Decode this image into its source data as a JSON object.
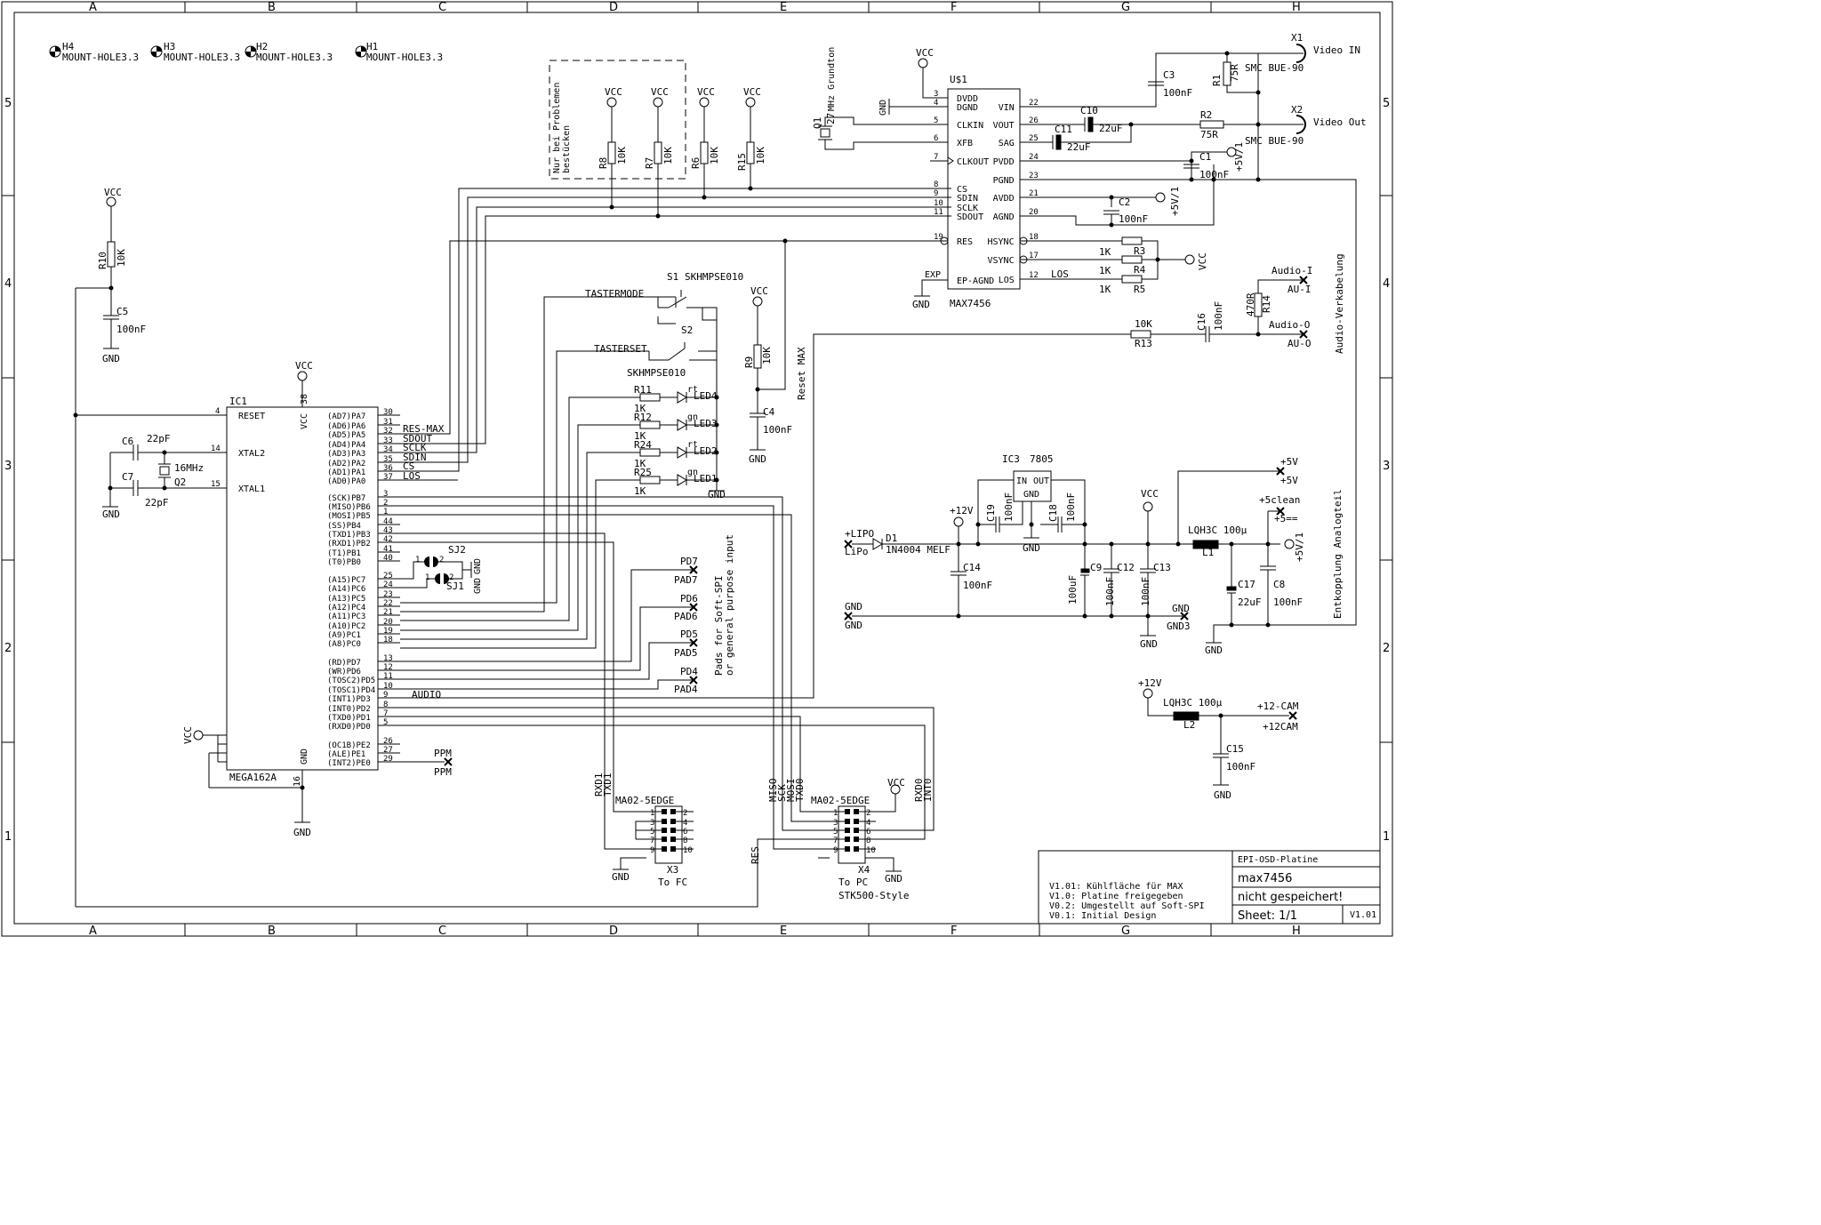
{
  "frame": {
    "columns": [
      "A",
      "B",
      "C",
      "D",
      "E",
      "F",
      "G",
      "H"
    ],
    "rows": [
      "5",
      "4",
      "3",
      "2",
      "1"
    ]
  },
  "mount_holes": [
    {
      "ref": "H4",
      "value": "MOUNT-HOLE3.3"
    },
    {
      "ref": "H3",
      "value": "MOUNT-HOLE3.3"
    },
    {
      "ref": "H2",
      "value": "MOUNT-HOLE3.3"
    },
    {
      "ref": "H1",
      "value": "MOUNT-HOLE3.3"
    }
  ],
  "dashed_box_note": [
    "Nur bei Problemen",
    "bestücken"
  ],
  "pullups": [
    {
      "ref": "R8",
      "value": "10K",
      "net": "VCC"
    },
    {
      "ref": "R7",
      "value": "10K",
      "net": "VCC"
    },
    {
      "ref": "R6",
      "value": "10K",
      "net": "VCC"
    },
    {
      "ref": "R15",
      "value": "10K",
      "net": "VCC"
    }
  ],
  "reset_circuit": {
    "net": "VCC",
    "r_ref": "R10",
    "r_value": "10K",
    "c_ref": "C5",
    "c_value": "100nF",
    "gnd": "GND"
  },
  "ic1": {
    "ref": "IC1",
    "value": "MEGA162A",
    "vcc_pin": "38",
    "vcc_label": "VCC",
    "gnd_pin": "16",
    "gnd_label": "GND",
    "left_pins": [
      {
        "num": "4",
        "name": "RESET"
      },
      {
        "num": "14",
        "name": "XTAL2"
      },
      {
        "num": "15",
        "name": "XTAL1"
      }
    ],
    "right_pins": [
      {
        "num": "30",
        "name": "(AD7)PA7"
      },
      {
        "num": "31",
        "name": "(AD6)PA6"
      },
      {
        "num": "32",
        "name": "(AD5)PA5",
        "net": "RES-MAX"
      },
      {
        "num": "33",
        "name": "(AD4)PA4",
        "net": "SDOUT"
      },
      {
        "num": "34",
        "name": "(AD3)PA3",
        "net": "SCLK"
      },
      {
        "num": "35",
        "name": "(AD2)PA2",
        "net": "SDIN"
      },
      {
        "num": "36",
        "name": "(AD1)PA1",
        "net": "CS"
      },
      {
        "num": "37",
        "name": "(AD0)PA0",
        "net": "LOS"
      },
      {
        "num": "3",
        "name": "(SCK)PB7"
      },
      {
        "num": "2",
        "name": "(MISO)PB6"
      },
      {
        "num": "1",
        "name": "(MOSI)PB5"
      },
      {
        "num": "44",
        "name": "(SS)PB4"
      },
      {
        "num": "43",
        "name": "(TXD1)PB3"
      },
      {
        "num": "42",
        "name": "(RXD1)PB2"
      },
      {
        "num": "41",
        "name": "(T1)PB1"
      },
      {
        "num": "40",
        "name": "(T0)PB0"
      },
      {
        "num": "25",
        "name": "(A15)PC7"
      },
      {
        "num": "24",
        "name": "(A14)PC6"
      },
      {
        "num": "23",
        "name": "(A13)PC5"
      },
      {
        "num": "22",
        "name": "(A12)PC4"
      },
      {
        "num": "21",
        "name": "(A11)PC3"
      },
      {
        "num": "20",
        "name": "(A10)PC2"
      },
      {
        "num": "19",
        "name": "(A9)PC1"
      },
      {
        "num": "18",
        "name": "(A8)PC0"
      },
      {
        "num": "13",
        "name": "(RD)PD7"
      },
      {
        "num": "12",
        "name": "(WR)PD6"
      },
      {
        "num": "11",
        "name": "(TOSC2)PD5"
      },
      {
        "num": "10",
        "name": "(TOSC1)PD4"
      },
      {
        "num": "9",
        "name": "(INT1)PD3",
        "net": "AUDIO"
      },
      {
        "num": "8",
        "name": "(INT0)PD2"
      },
      {
        "num": "7",
        "name": "(TXD0)PD1"
      },
      {
        "num": "5",
        "name": "(RXD0)PD0"
      },
      {
        "num": "26",
        "name": "(OC1B)PE2"
      },
      {
        "num": "27",
        "name": "(ALE)PE1"
      },
      {
        "num": "29",
        "name": "(INT2)PE0",
        "net": "PPM"
      }
    ]
  },
  "crystal": {
    "ref": "Q2",
    "value": "16MHz",
    "c6": "C6",
    "c6v": "22pF",
    "c7": "C7",
    "c7v": "22pF",
    "gnd": "GND"
  },
  "vcc_left": "VCC",
  "gnd_ic": "GND",
  "ppm": {
    "label": "PPM",
    "pad": "PPM"
  },
  "jumpers": {
    "sj2": "SJ2",
    "sj1": "SJ1",
    "gnd": "GND",
    "p1": "1",
    "p2": "2"
  },
  "u1": {
    "ref": "U$1",
    "value": "MAX7456",
    "left_pins": [
      {
        "num": "3",
        "name": "DVDD"
      },
      {
        "num": "4",
        "name": "DGND"
      },
      {
        "num": "5",
        "name": "CLKIN"
      },
      {
        "num": "6",
        "name": "XFB"
      },
      {
        "num": "7",
        "name": "CLKOUT"
      },
      {
        "num": "8",
        "name": "CS"
      },
      {
        "num": "9",
        "name": "SDIN"
      },
      {
        "num": "10",
        "name": "SCLK"
      },
      {
        "num": "11",
        "name": "SDOUT"
      },
      {
        "num": "19",
        "name": "RES"
      },
      {
        "num": "",
        "name": "EP-AGND"
      }
    ],
    "right_pins": [
      {
        "num": "22",
        "name": "VIN"
      },
      {
        "num": "26",
        "name": "VOUT"
      },
      {
        "num": "25",
        "name": "SAG"
      },
      {
        "num": "24",
        "name": "PVDD"
      },
      {
        "num": "23",
        "name": "PGND"
      },
      {
        "num": "21",
        "name": "AVDD"
      },
      {
        "num": "20",
        "name": "AGND"
      },
      {
        "num": "18",
        "name": "HSYNC"
      },
      {
        "num": "17",
        "name": "VSYNC"
      },
      {
        "num": "12",
        "name": "LOS"
      }
    ],
    "exp": "EXP",
    "gnd": "GND",
    "dgnd": "GND",
    "vcc": "VCC"
  },
  "q1": {
    "ref": "Q1",
    "value": "27",
    "note": "MHz Grundton"
  },
  "video": {
    "x1": "X1",
    "x1_label": "Video IN",
    "x1_type": "SMC BUE-90",
    "x2": "X2",
    "x2_label": "Video Out",
    "x2_type": "SMC BUE-90",
    "r1": "R1",
    "r1v": "75R",
    "r2": "R2",
    "r2v": "75R",
    "c3": "C3",
    "c3v": "100nF",
    "c10": "C10",
    "c10v": "22uF",
    "c11": "C11",
    "c11v": "22uF",
    "c1": "C1",
    "c1v": "100nF",
    "c2": "C2",
    "c2v": "100nF",
    "plus5v1": "+5V/1"
  },
  "sync": {
    "r3": "R3",
    "r4": "R4",
    "r5": "R5",
    "rv": "1K",
    "vcc": "VCC",
    "los": "LOS"
  },
  "audio": {
    "title": "Audio-Verkabelung",
    "ai": "Audio-I",
    "ai_pad": "AU-I",
    "ao": "Audio-O",
    "ao_pad": "AU-O",
    "r14": "R14",
    "r14v": "470R",
    "r13": "R13",
    "r13v": "10K",
    "c16": "C16",
    "c16v": "100nF"
  },
  "switches": {
    "s1": "S1",
    "s1_type": "SKHMPSE010",
    "s1_net": "TASTERMODE",
    "s2": "S2",
    "s2_type": "SKHMPSE010",
    "s2_net": "TASTERSET"
  },
  "leds": [
    {
      "r": "R11",
      "rv": "1K",
      "color": "rt",
      "led": "LED4"
    },
    {
      "r": "R12",
      "rv": "1K",
      "color": "gn",
      "led": "LED3"
    },
    {
      "r": "R24",
      "rv": "1K",
      "color": "rt",
      "led": "LED2"
    },
    {
      "r": "R25",
      "rv": "1K",
      "color": "gn",
      "led": "LED1"
    }
  ],
  "led_gnd": "GND",
  "reset_max": {
    "vcc": "VCC",
    "r9": "R9",
    "r9v": "10K",
    "c4": "C4",
    "c4v": "100nF",
    "gnd": "GND",
    "label": "Reset MAX"
  },
  "pads": {
    "note": [
      "Pads for Soft-SPI",
      "or general purpose input"
    ],
    "items": [
      {
        "net": "PD7",
        "pad": "PAD7"
      },
      {
        "net": "PD6",
        "pad": "PAD6"
      },
      {
        "net": "PD5",
        "pad": "PAD5"
      },
      {
        "net": "PD4",
        "pad": "PAD4"
      }
    ]
  },
  "power": {
    "ic3": "IC3",
    "ic3v": "7805",
    "in": "IN",
    "out": "OUT",
    "gnd": "GND",
    "lipo": "+LIPO",
    "lipo_pad": "LiPo",
    "d1": "D1",
    "d1v": "1N4004 MELF",
    "p12": "+12V",
    "c19": "C19",
    "c19v": "100nF",
    "c18": "C18",
    "c18v": "100nF",
    "c14": "C14",
    "c14v": "100nF",
    "c9": "C9",
    "c9v": "100uF",
    "c12": "C12",
    "c12v": "100nF",
    "c13": "C13",
    "c13v": "100nF",
    "vcc": "VCC",
    "l1": "L1",
    "l1v": "LQH3C 100µ",
    "c17": "C17",
    "c17v": "22uF",
    "c8": "C8",
    "c8v": "100nF",
    "p5v": "+5V",
    "p5v_pad": "+5V",
    "p5clean": "+5clean",
    "p5clean_pad": "+5==",
    "p5v1": "+5V/1",
    "gnd_pad": "GND",
    "gnd_label": "GND",
    "gnd3": "GND",
    "gnd3_pad": "GND3",
    "decoupling": "Entkopplung Analogteil"
  },
  "cam": {
    "p12": "+12V",
    "l2": "L2",
    "l2v": "LQH3C 100µ",
    "c15": "C15",
    "c15v": "100nF",
    "net": "+12-CAM",
    "pad": "+12CAM",
    "gnd": "GND"
  },
  "x3": {
    "ref": "X3",
    "type": "MA02-5EDGE",
    "note": "To FC",
    "rxd1": "RXD1",
    "txd1": "TXD1",
    "gnd": "GND"
  },
  "x4": {
    "ref": "X4",
    "type": "MA02-5EDGE",
    "note1": "To PC",
    "note2": "STK500-Style",
    "vcc": "VCC",
    "gnd": "GND",
    "res": "RES",
    "sigs": [
      "MISO",
      "SCK",
      "MOSI",
      "TXD0"
    ],
    "sigs_r": [
      "RXD0",
      "INT0"
    ]
  },
  "header_pins": {
    "odd": [
      "1",
      "3",
      "5",
      "7",
      "9"
    ],
    "even": [
      "2",
      "4",
      "6",
      "8",
      "10"
    ]
  },
  "title_block": {
    "project": "EPI-OSD-Platine",
    "name": "max7456",
    "status": "nicht gespeichert!",
    "sheet": "Sheet: 1/1",
    "version": "V1.01",
    "history": [
      "V1.01: Kühlfläche für MAX",
      "V1.0: Platine freigegeben",
      "V0.2: Umgestellt auf Soft-SPI",
      "V0.1: Initial Design"
    ]
  }
}
